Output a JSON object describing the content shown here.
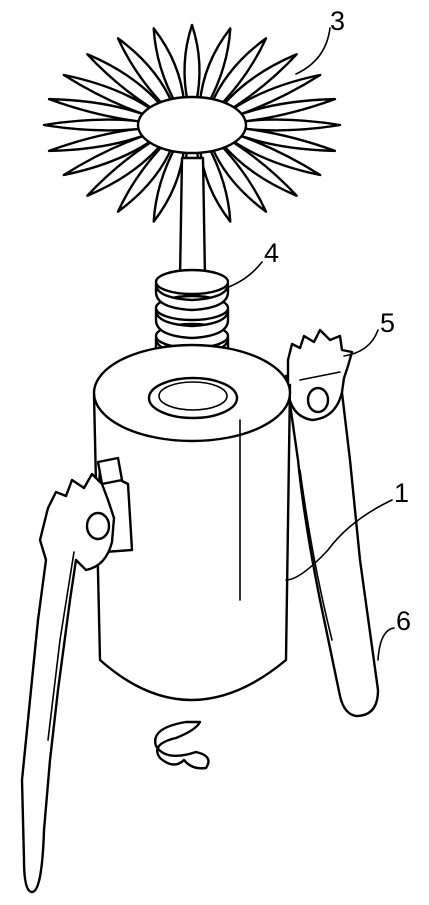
{
  "labels": {
    "body": "1",
    "flower": "3",
    "stem_rings": "4",
    "right_gear": "5",
    "right_leg": "6"
  }
}
